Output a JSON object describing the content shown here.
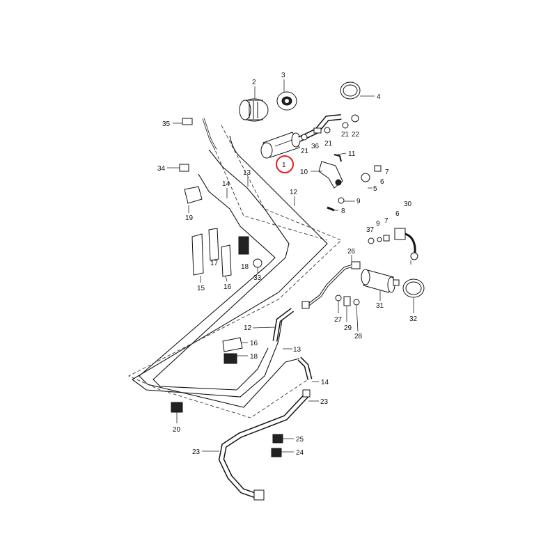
{
  "highlight": {
    "color": "#e02020",
    "label": "1"
  },
  "callouts": [
    {
      "key": "p1",
      "label": "1"
    },
    {
      "key": "p2",
      "label": "2"
    },
    {
      "key": "p3",
      "label": "3"
    },
    {
      "key": "p4",
      "label": "4"
    },
    {
      "key": "p5",
      "label": "5"
    },
    {
      "key": "p6a",
      "label": "6"
    },
    {
      "key": "p6b",
      "label": "6"
    },
    {
      "key": "p7a",
      "label": "7"
    },
    {
      "key": "p7b",
      "label": "7"
    },
    {
      "key": "p8",
      "label": "8"
    },
    {
      "key": "p9a",
      "label": "9"
    },
    {
      "key": "p9b",
      "label": "9"
    },
    {
      "key": "p10",
      "label": "10"
    },
    {
      "key": "p11",
      "label": "11"
    },
    {
      "key": "p12a",
      "label": "12"
    },
    {
      "key": "p12b",
      "label": "12"
    },
    {
      "key": "p13a",
      "label": "13"
    },
    {
      "key": "p13b",
      "label": "13"
    },
    {
      "key": "p14a",
      "label": "14"
    },
    {
      "key": "p14b",
      "label": "14"
    },
    {
      "key": "p15",
      "label": "15"
    },
    {
      "key": "p16a",
      "label": "16"
    },
    {
      "key": "p16b",
      "label": "16"
    },
    {
      "key": "p17",
      "label": "17"
    },
    {
      "key": "p18a",
      "label": "18"
    },
    {
      "key": "p18b",
      "label": "18"
    },
    {
      "key": "p19",
      "label": "19"
    },
    {
      "key": "p20",
      "label": "20"
    },
    {
      "key": "p21a",
      "label": "21"
    },
    {
      "key": "p21b",
      "label": "21"
    },
    {
      "key": "p21c",
      "label": "21"
    },
    {
      "key": "p22",
      "label": "22"
    },
    {
      "key": "p23a",
      "label": "23"
    },
    {
      "key": "p23b",
      "label": "23"
    },
    {
      "key": "p24",
      "label": "24"
    },
    {
      "key": "p25",
      "label": "25"
    },
    {
      "key": "p26",
      "label": "26"
    },
    {
      "key": "p27",
      "label": "27"
    },
    {
      "key": "p28",
      "label": "28"
    },
    {
      "key": "p29",
      "label": "29"
    },
    {
      "key": "p30",
      "label": "30"
    },
    {
      "key": "p31",
      "label": "31"
    },
    {
      "key": "p32",
      "label": "32"
    },
    {
      "key": "p33",
      "label": "33"
    },
    {
      "key": "p34",
      "label": "34"
    },
    {
      "key": "p35",
      "label": "35"
    },
    {
      "key": "p36",
      "label": "36"
    },
    {
      "key": "p37",
      "label": "37"
    }
  ]
}
